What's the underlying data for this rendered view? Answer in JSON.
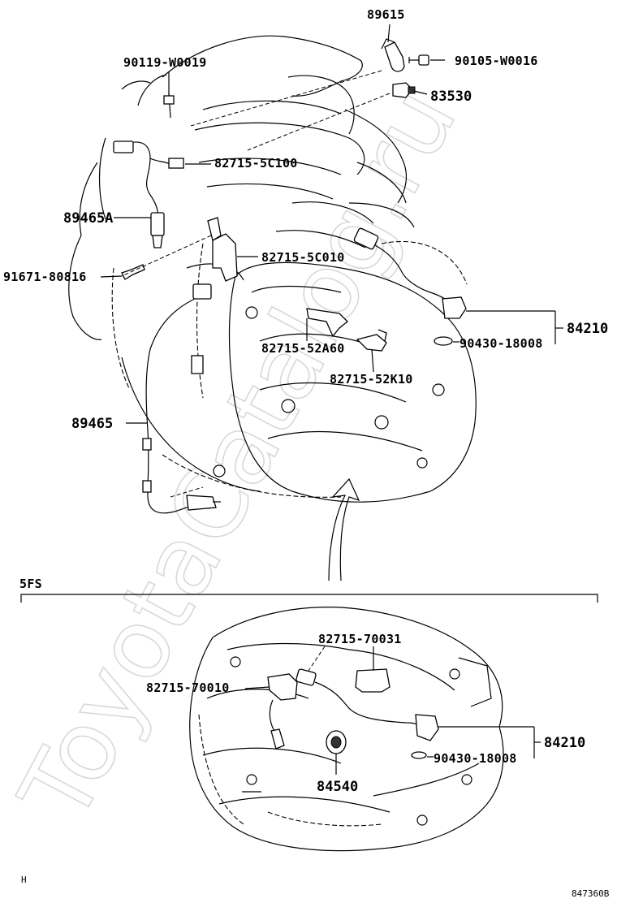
{
  "watermark": "ToyotaCatalog.ru",
  "section_label": "5FS",
  "corner_letter": "H",
  "figure_code": "847360B",
  "callouts": {
    "p89615": "89615",
    "p90119": "90119-W0019",
    "p90105": "90105-W0016",
    "p83530": "83530",
    "p82715_5c100": "82715-5C100",
    "p89465a": "89465A",
    "p91671": "91671-80816",
    "p82715_5c010": "82715-5C010",
    "p84210_top": "84210",
    "p90430_top": "90430-18008",
    "p82715_52a60": "82715-52A60",
    "p82715_52k10": "82715-52K10",
    "p89465": "89465",
    "p82715_70031": "82715-70031",
    "p82715_70010": "82715-70010",
    "p84210_bottom": "84210",
    "p90430_bottom": "90430-18008",
    "p84540": "84540"
  }
}
